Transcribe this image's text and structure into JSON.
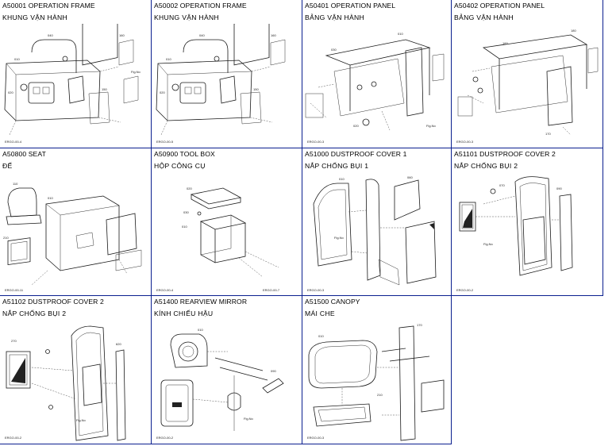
{
  "colors": {
    "grid_line": "#0a1f8f",
    "background": "#ffffff",
    "text": "#000000"
  },
  "cells": [
    {
      "code": "A50001 OPERATION FRAME",
      "vn": "KHUNG VẬN HÀNH"
    },
    {
      "code": "A50002 OPERATION FRAME",
      "vn": "KHUNG VẬN HÀNH"
    },
    {
      "code": "A50401 OPERATION PANEL",
      "vn": "BẢNG VẬN HÀNH"
    },
    {
      "code": "A50402 OPERATION PANEL",
      "vn": "BẢNG VẬN HÀNH"
    },
    {
      "code": "A50800 SEAT",
      "vn": "ĐẾ"
    },
    {
      "code": "A50900 TOOL BOX",
      "vn": "HỘP CÔNG CỤ"
    },
    {
      "code": "A51000 DUSTPROOF COVER 1",
      "vn": "NẮP CHỐNG BỤI 1"
    },
    {
      "code": "A51101 DUSTPROOF COVER 2",
      "vn": "NẮP CHỐNG BỤI 2"
    },
    {
      "code": "A51102 DUSTPROOF COVER 2",
      "vn": "NẮP CHỐNG BỤI 2"
    },
    {
      "code": "A51400 REARVIEW MIRROR",
      "vn": "KÍNH CHIẾU HẬU"
    },
    {
      "code": "A51500 CANOPY",
      "vn": "MÁI CHE"
    }
  ]
}
